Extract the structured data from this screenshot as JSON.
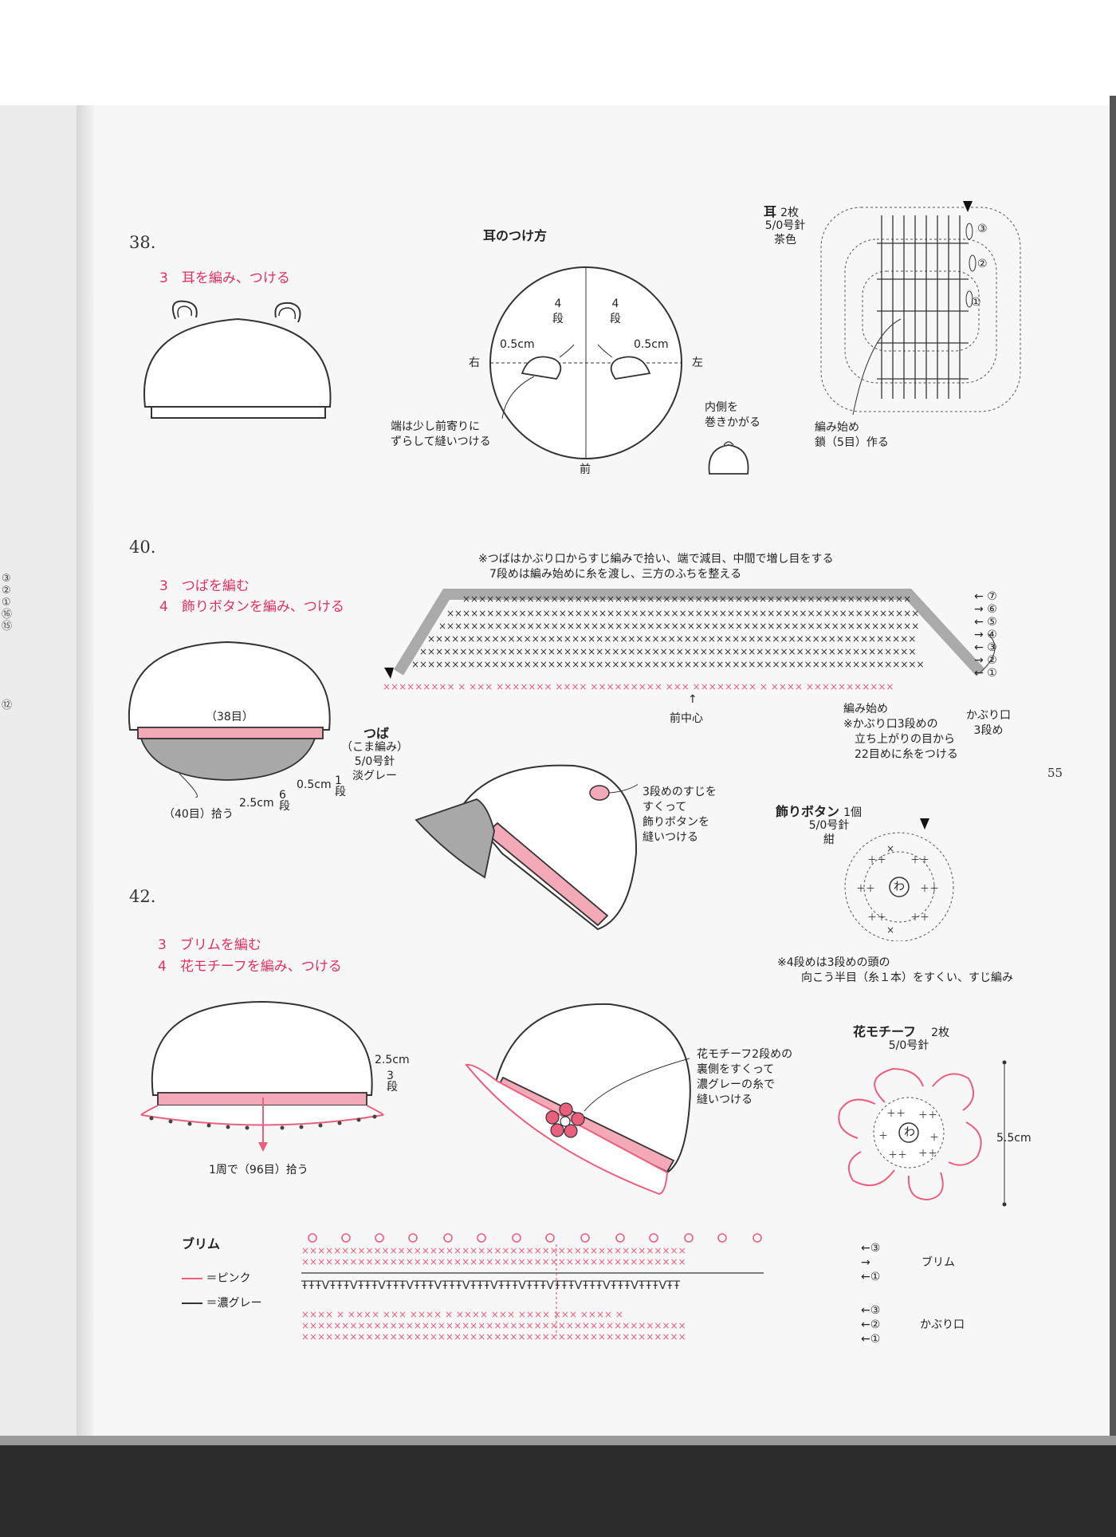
{
  "left_page_marks": [
    "③",
    "②",
    "①",
    "⑯",
    "⑮",
    "⑫"
  ],
  "page_number": "55",
  "sec38": {
    "num": "38.",
    "step3": "3　耳を編み、つける",
    "attach_title": "耳のつけ方",
    "rows4": "4段",
    "half_cm": "0.5cm",
    "right": "右",
    "left": "左",
    "front": "前",
    "note_attach": [
      "端は少し前寄りに",
      "ずらして縫いつける"
    ],
    "inner_note": [
      "内側を",
      "巻きかがる"
    ],
    "ear_title": "耳",
    "ear_count": "2枚",
    "ear_hook": "5/0号針",
    "ear_color": "茶色",
    "rows": [
      "③",
      "②",
      "①"
    ],
    "ear_start": [
      "編み始め",
      "鎖（5目）作る"
    ]
  },
  "sec40": {
    "num": "40.",
    "step3": "3　つばを編む",
    "step4": "4　飾りボタンを編み、つける",
    "visor_note": [
      "※つばはかぶり口からすじ編みで拾い、端で減目、中間で増し目をする",
      "7段めは編み始めに糸を渡し、三方のふちを整える"
    ],
    "rows": [
      "⑦",
      "⑥",
      "⑤",
      "④",
      "③",
      "②",
      "①"
    ],
    "front_center": "前中心",
    "start_note": [
      "編み始め",
      "※かぶり口3段めの",
      "立ち上がりの目から",
      "22目めに糸をつける"
    ],
    "kaburi3": [
      "かぶり口",
      "3段め"
    ],
    "st38": "（38目）",
    "st40": "（40目）拾う",
    "tsuba_title": "つば",
    "tsuba_stitch": "（こま編み）",
    "tsuba_hook": "5/0号針",
    "tsuba_color": "淡グレー",
    "cm05": "0.5cm",
    "r1": "1段",
    "cm25": "2.5cm",
    "r6": "6段",
    "button_note": [
      "3段めのすじを",
      "すくって",
      "飾りボタンを",
      "縫いつける"
    ],
    "btn_title": "飾りボタン",
    "btn_count": "1個",
    "btn_hook": "5/0号針",
    "btn_color": "紺",
    "btn_note": [
      "※4段めは3段めの頭の",
      "向こう半目（糸１本）をすくい、すじ編み"
    ],
    "wa": "わ"
  },
  "sec42": {
    "num": "42.",
    "step3": "3　ブリムを編む",
    "step4": "4　花モチーフを編み、つける",
    "cm25": "2.5cm",
    "r3": "3段",
    "pick96": "1周で（96目）拾う",
    "flower_note": [
      "花モチーフ2段めの",
      "裏側をすくって",
      "濃グレーの糸で",
      "縫いつける"
    ],
    "flower_title": "花モチーフ",
    "flower_count": "2枚",
    "flower_hook": "5/0号針",
    "flower_size": "5.5cm",
    "brim_title": "ブリム",
    "legend_pink": "＝ピンク",
    "legend_grey": "＝濃グレー",
    "brim_label": "ブリム",
    "kaburi_label": "かぶり口",
    "brim_rows": [
      "③",
      "①"
    ],
    "kaburi_rows": [
      "③",
      "②",
      "①"
    ]
  },
  "colors": {
    "pink": "#e8607e",
    "pink_fill": "#f4a9b8",
    "grey": "#a8a8a8",
    "dark": "#333333"
  }
}
